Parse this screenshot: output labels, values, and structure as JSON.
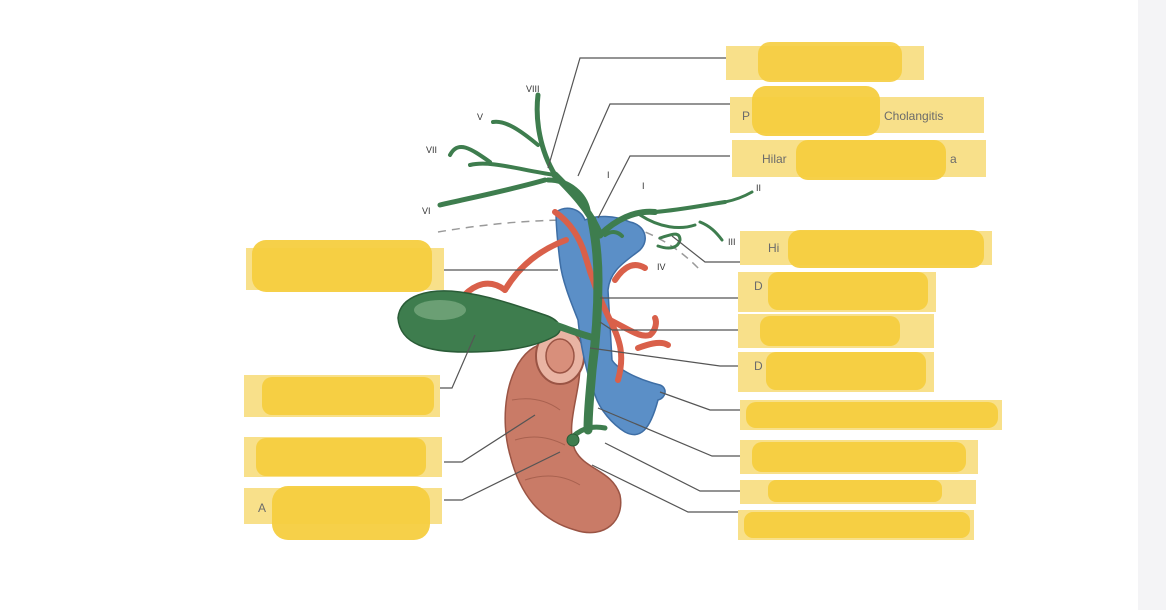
{
  "colors": {
    "highlight": "#f5cd3f",
    "highlight_pale": "#f8e08a",
    "bile_duct": "#3e7d4e",
    "bile_duct_dark": "#2f6a3e",
    "portal_vein": "#5b8fc7",
    "hepatic_artery": "#d9604a",
    "duodenum": "#c97b67",
    "leader_line": "#555555"
  },
  "segments": [
    "VIII",
    "V",
    "VII",
    "VI",
    "I",
    "I",
    "II",
    "III",
    "IV"
  ],
  "labels": {
    "right_top_2": "P",
    "right_top_2_end": "Cholangitis",
    "right_top_3": "Hilar",
    "right_top_3_end": "a",
    "right_mid_1": "Hi",
    "right_mid_2": "D",
    "right_mid_4": "D",
    "left_bottom_3": "A"
  }
}
